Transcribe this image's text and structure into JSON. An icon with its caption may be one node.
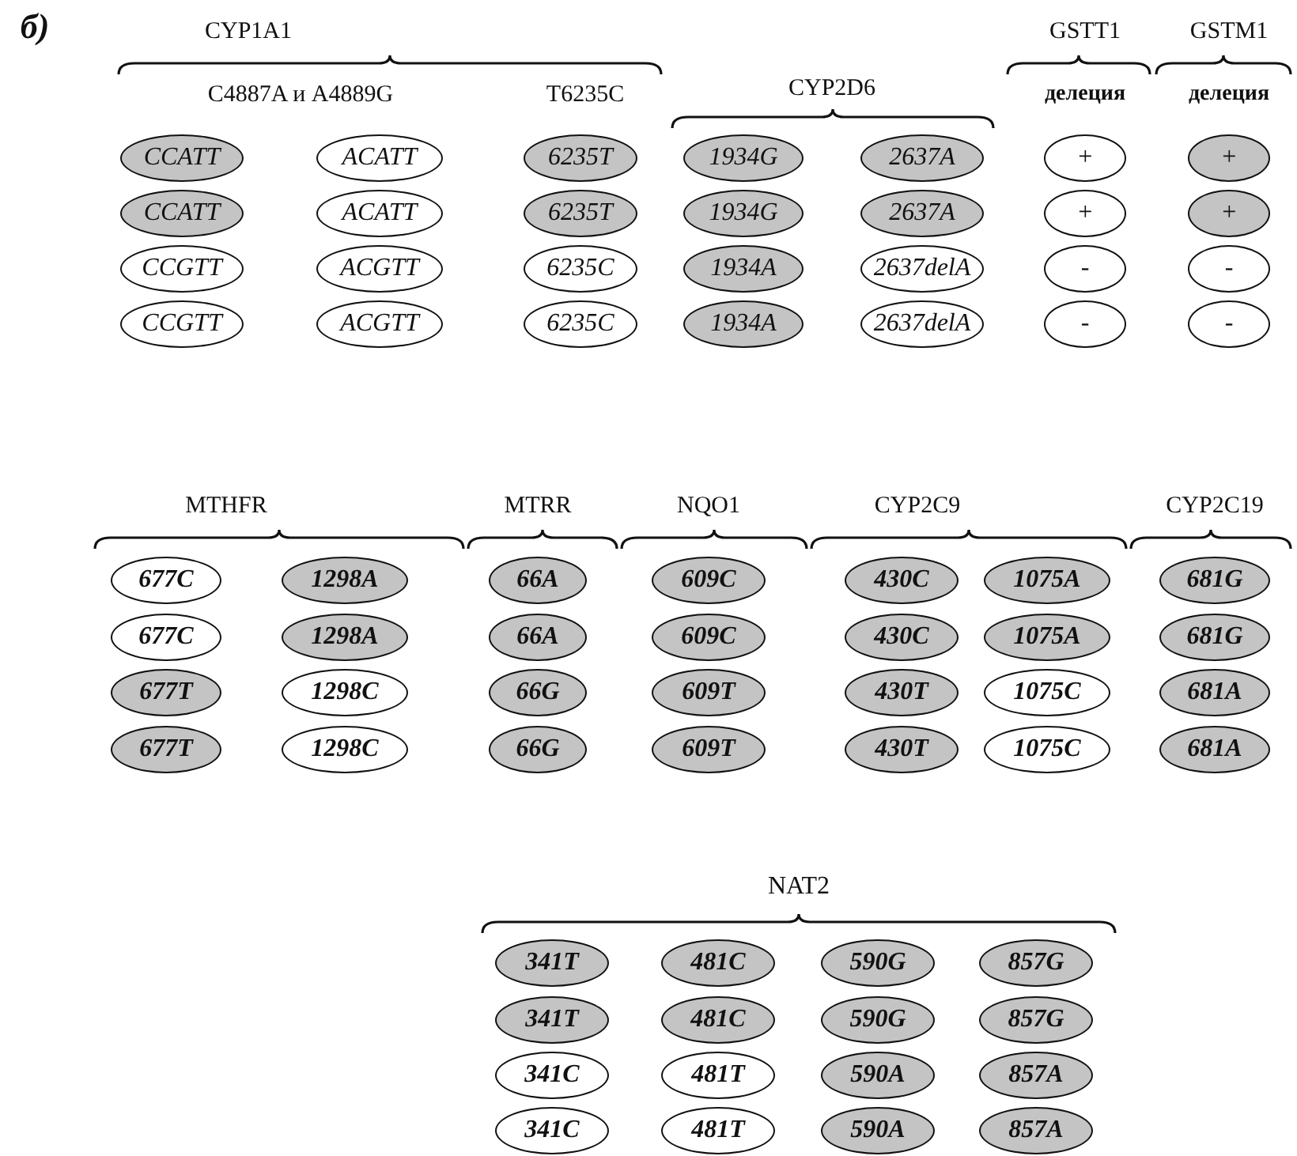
{
  "diagram": {
    "nodes": [
      {
        "text": [
          "CCATT"
        ]
      },
      {
        "text": [
          "ACATT"
        ]
      },
      {
        "text": [
          "6235T"
        ]
      },
      {
        "text": [
          "1934G"
        ]
      },
      {
        "text": [
          "2637A"
        ]
      },
      {
        "text": [
          "+"
        ]
      },
      {
        "text": [
          "+"
        ]
      },
      {
        "text": [
          "CCATT"
        ]
      },
      {
        "text": [
          "ACATT"
        ]
      },
      {
        "text": [
          "6235T"
        ]
      },
      {
        "text": [
          "1934G"
        ]
      },
      {
        "text": [
          "2637A"
        ]
      },
      {
        "text": [
          "+"
        ]
      },
      {
        "text": [
          "+"
        ]
      },
      {
        "text": [
          "CCGTT"
        ]
      },
      {
        "text": [
          "ACGTT"
        ]
      },
      {
        "text": [
          "6235C"
        ]
      },
      {
        "text": [
          "1934A"
        ]
      },
      {
        "text": [
          "2637delA"
        ]
      },
      {
        "text": [
          "-"
        ]
      },
      {
        "text": [
          "-"
        ]
      },
      {
        "text": [
          "CCGTT"
        ]
      },
      {
        "text": [
          "ACGTT"
        ]
      },
      {
        "text": [
          "6235C"
        ]
      },
      {
        "text": [
          "1934A"
        ]
      },
      {
        "text": [
          "2637delA"
        ]
      },
      {
        "text": [
          "-"
        ]
      },
      {
        "text": [
          "-"
        ]
      },
      {
        "text": [
          "677C"
        ]
      },
      {
        "text": [
          "1298A"
        ]
      },
      {
        "text": [
          "66A"
        ]
      },
      {
        "text": [
          "609C"
        ]
      },
      {
        "text": [
          "430C"
        ]
      },
      {
        "text": [
          "1075A"
        ]
      },
      {
        "text": [
          "681G"
        ]
      },
      {
        "text": [
          "677C"
        ]
      },
      {
        "text": [
          "1298A"
        ]
      },
      {
        "text": [
          "66A"
        ]
      },
      {
        "text": [
          "609C"
        ]
      },
      {
        "text": [
          "430C"
        ]
      },
      {
        "text": [
          "1075A"
        ]
      },
      {
        "text": [
          "681G"
        ]
      },
      {
        "text": [
          "677T"
        ]
      },
      {
        "text": [
          "1298C"
        ]
      },
      {
        "text": [
          "66G"
        ]
      },
      {
        "text": [
          "609T"
        ]
      },
      {
        "text": [
          "430T"
        ]
      },
      {
        "text": [
          "1075C"
        ]
      },
      {
        "text": [
          "681A"
        ]
      },
      {
        "text": [
          "677T"
        ]
      },
      {
        "text": [
          "1298C"
        ]
      },
      {
        "text": [
          "66G"
        ]
      },
      {
        "text": [
          "609T"
        ]
      },
      {
        "text": [
          "430T"
        ]
      },
      {
        "text": [
          "1075C"
        ]
      },
      {
        "text": [
          "681A"
        ]
      },
      {
        "text": [
          "341T"
        ]
      },
      {
        "text": [
          "481C"
        ]
      },
      {
        "text": [
          "590G"
        ]
      },
      {
        "text": [
          "857G"
        ]
      },
      {
        "text": [
          "341T"
        ]
      },
      {
        "text": [
          "481C"
        ]
      },
      {
        "text": [
          "590G"
        ]
      },
      {
        "text": [
          "857G"
        ]
      },
      {
        "text": [
          "341C"
        ]
      },
      {
        "text": [
          "481T"
        ]
      },
      {
        "text": [
          "590A"
        ]
      },
      {
        "text": [
          "857A"
        ]
      },
      {
        "text": [
          "341C"
        ]
      },
      {
        "text": [
          "481T"
        ]
      },
      {
        "text": [
          "590A"
        ]
      },
      {
        "text": [
          "857A"
        ]
      }
    ],
    "labels": [
      "б)",
      "CYP1A1",
      "GSTT1",
      "GSTM1",
      "C4887A и A4889G",
      "T6235C",
      "делеция",
      "делеция",
      "CYP2D6",
      "MTHFR",
      "MTRR",
      "NQO1",
      "CYP2C9",
      "CYP2C19",
      "NAT2"
    ]
  }
}
